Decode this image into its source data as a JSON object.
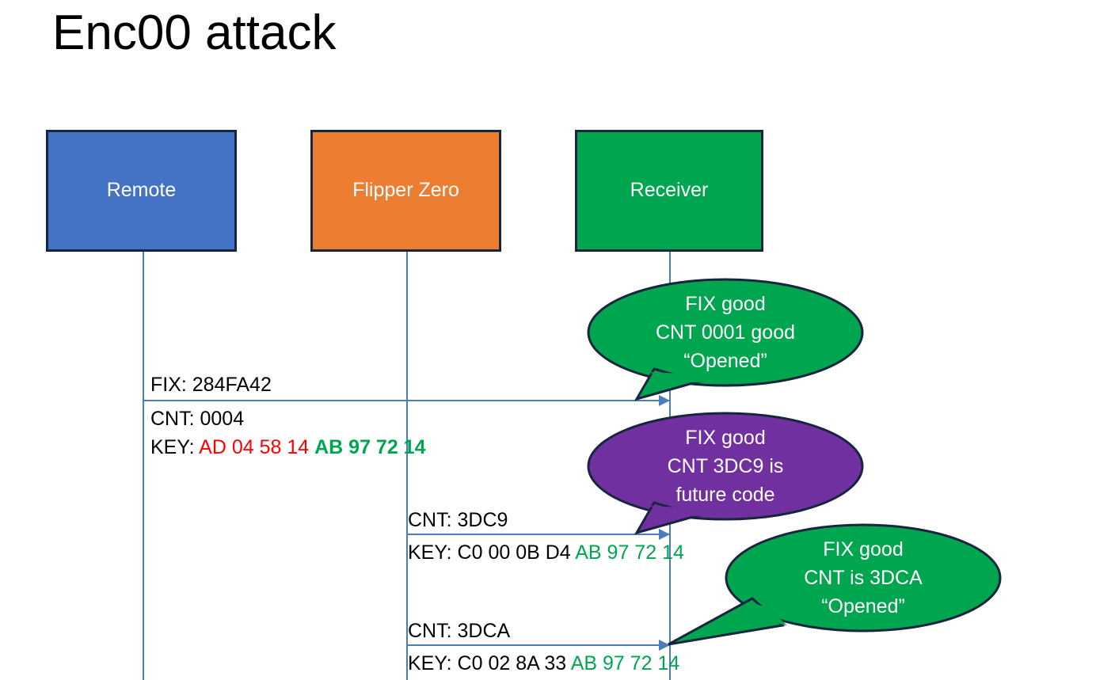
{
  "slide": {
    "title": "Enc00 attack",
    "background": "#FFFFFF"
  },
  "colors": {
    "remote_fill": "#4472C4",
    "flipper_fill": "#ED7D31",
    "receiver_fill": "#00A550",
    "box_border": "#17253F",
    "lifeline": "#4A7EBB",
    "bubble_green": "#00A550",
    "bubble_purple": "#7030A0",
    "bubble_border": "#17253F",
    "hex_red": "#FF0000",
    "hex_green": "#00A550",
    "text_black": "#000000",
    "text_white": "#FFFFFF"
  },
  "actors": [
    {
      "id": "remote",
      "label": "Remote"
    },
    {
      "id": "flipper",
      "label": "Flipper Zero"
    },
    {
      "id": "receiver",
      "label": "Receiver"
    }
  ],
  "messages": [
    {
      "id": "msg-1",
      "from": "remote",
      "to": "receiver",
      "lines": [
        {
          "text": "FIX: 284FA42"
        }
      ]
    },
    {
      "id": "msg-1-payload",
      "from": "remote",
      "to": "receiver",
      "lines": [
        {
          "text": "CNT: 0004"
        },
        {
          "prefix": "KEY: ",
          "red": "AD 04 58 14",
          "space": " ",
          "green_bold": "AB 97 72 14"
        }
      ]
    },
    {
      "id": "msg-2",
      "from": "flipper",
      "to": "receiver",
      "lines": [
        {
          "text": "CNT: 3DC9"
        },
        {
          "prefix": "KEY: C0 00 0B D4 ",
          "green": "AB 97 72 14"
        }
      ]
    },
    {
      "id": "msg-3",
      "from": "flipper",
      "to": "receiver",
      "lines": [
        {
          "text": "CNT: 3DCA"
        },
        {
          "prefix": "KEY: C0 02 8A 33 ",
          "green": "AB 97 72 14"
        }
      ]
    }
  ],
  "text_labels": {
    "fix_line": "FIX: 284FA42",
    "cnt_0004": "CNT: 0004",
    "key1_prefix": "KEY: ",
    "key1_red": "AD 04 58 14",
    "key1_green": "AB 97 72 14",
    "cnt_3dc9": "CNT: 3DC9",
    "key2_prefix": "KEY: C0 00 0B D4 ",
    "key2_green": "AB 97 72 14",
    "cnt_3dca": "CNT: 3DCA",
    "key3_prefix": "KEY: C0 02 8A 33 ",
    "key3_green": "AB 97 72 14"
  },
  "bubbles": [
    {
      "id": "bubble-1",
      "color": "#00A550",
      "lines": [
        "FIX good",
        "CNT 0001 good",
        "“Opened”"
      ]
    },
    {
      "id": "bubble-2",
      "color": "#7030A0",
      "lines": [
        "FIX good",
        "CNT 3DC9 is",
        "future code"
      ]
    },
    {
      "id": "bubble-3",
      "color": "#00A550",
      "lines": [
        "FIX good",
        "CNT is 3DCA",
        "“Opened”"
      ]
    }
  ]
}
